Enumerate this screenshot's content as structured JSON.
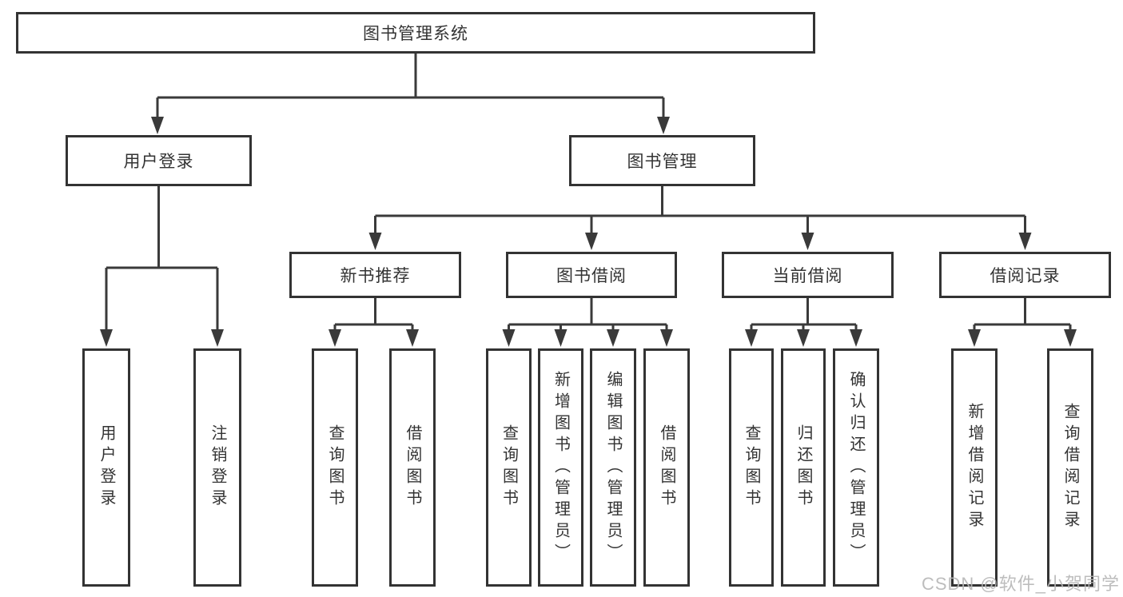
{
  "diagram": {
    "type": "hierarchy-tree",
    "root": {
      "label": "图书管理系统"
    },
    "level2": [
      {
        "id": "user-login",
        "label": "用户登录",
        "parent": "图书管理系统"
      },
      {
        "id": "book-management",
        "label": "图书管理",
        "parent": "图书管理系统"
      }
    ],
    "level3": [
      {
        "id": "new-book-recommend",
        "label": "新书推荐",
        "parent": "图书管理"
      },
      {
        "id": "book-borrow",
        "label": "图书借阅",
        "parent": "图书管理"
      },
      {
        "id": "current-borrow",
        "label": "当前借阅",
        "parent": "图书管理"
      },
      {
        "id": "borrow-records",
        "label": "借阅记录",
        "parent": "图书管理"
      }
    ],
    "leaves": [
      {
        "label": "用户登录",
        "parent": "用户登录"
      },
      {
        "label": "注销登录",
        "parent": "用户登录"
      },
      {
        "label": "查询图书",
        "parent": "新书推荐"
      },
      {
        "label": "借阅图书",
        "parent": "新书推荐"
      },
      {
        "label": "查询图书",
        "parent": "图书借阅"
      },
      {
        "label": "新增图书（管理员）",
        "parent": "图书借阅"
      },
      {
        "label": "编辑图书（管理员）",
        "parent": "图书借阅"
      },
      {
        "label": "借阅图书",
        "parent": "图书借阅"
      },
      {
        "label": "查询图书",
        "parent": "当前借阅"
      },
      {
        "label": "归还图书",
        "parent": "当前借阅"
      },
      {
        "label": "确认归还（管理员）",
        "parent": "当前借阅"
      },
      {
        "label": "新增借阅记录",
        "parent": "借阅记录"
      },
      {
        "label": "查询借阅记录",
        "parent": "借阅记录"
      }
    ],
    "colors": {
      "line": "#3a3a3a",
      "box_border": "#333333",
      "text": "#333333",
      "background": "#ffffff"
    }
  },
  "watermark": {
    "text": "CSDN @软件_小贺同学",
    "color": "#b6b6b6"
  }
}
